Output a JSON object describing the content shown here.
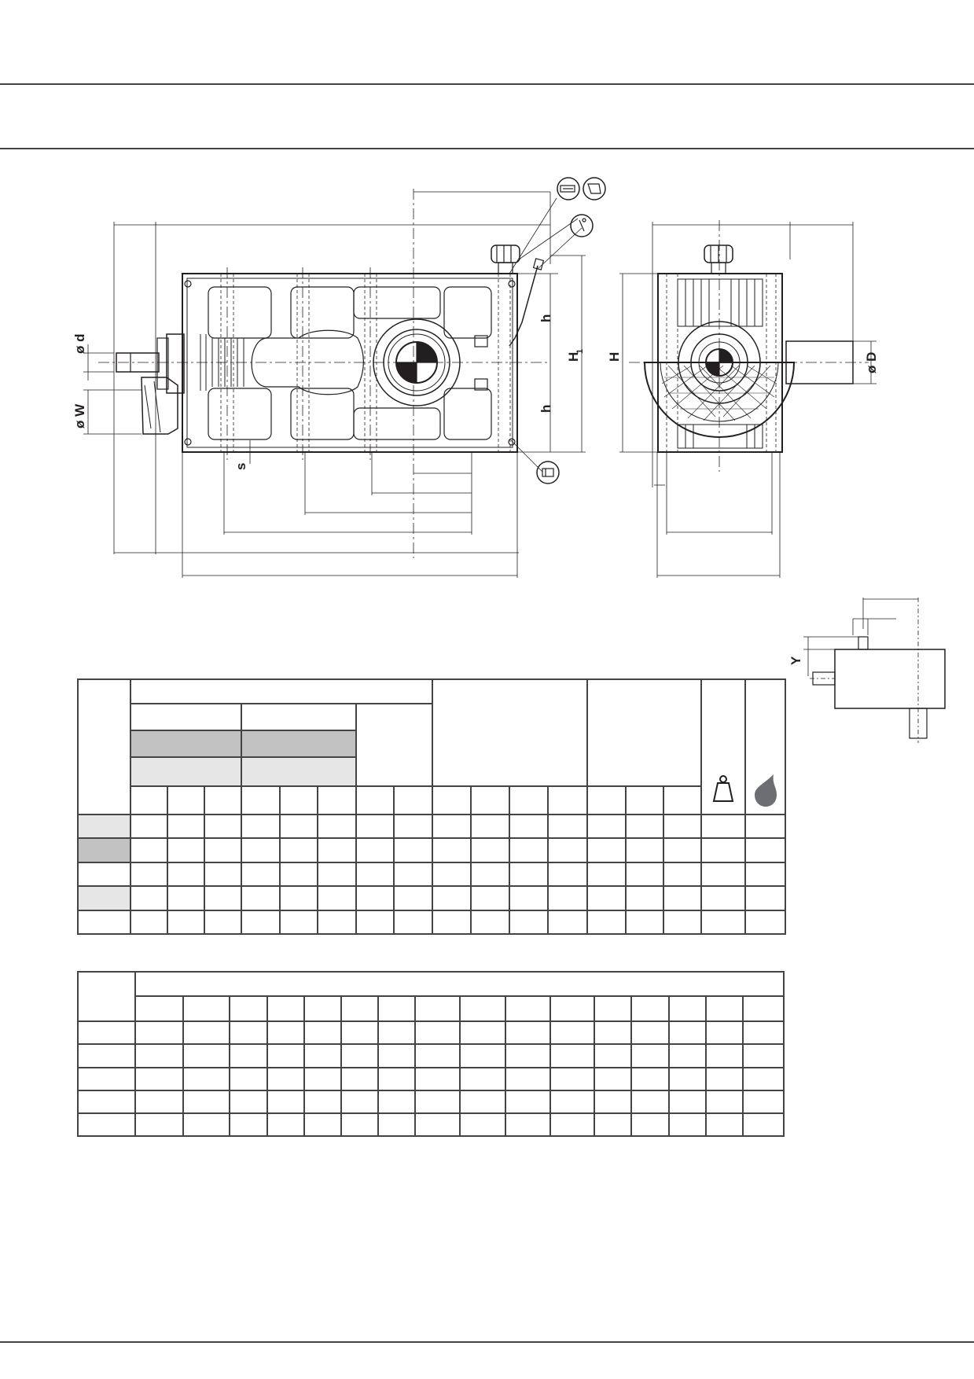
{
  "header": {
    "title": "",
    "subtitle": ""
  },
  "dimension_labels": {
    "shaft_d": "ø d",
    "shaft_w": "ø W",
    "shaft_D": "ø D",
    "height_h_upper": "h",
    "height_h_lower": "h",
    "height_H1": "H",
    "height_H1_sub": "1",
    "height_H": "H",
    "offset_s": "s",
    "offset_y": "Y"
  },
  "icons": [
    "oil-level-icon",
    "oil-fill-icon",
    "dipstick-icon",
    "drain-plug-icon",
    "weight-icon",
    "oil-drop-icon"
  ],
  "table1": {
    "rows": 5,
    "row_shades": [
      "light",
      "dark",
      "none",
      "light",
      "none"
    ],
    "sub_columns": 15,
    "group_shades": [
      "dark",
      "light"
    ]
  },
  "table2": {
    "rows": 5,
    "sub_columns": 16
  },
  "colors": {
    "line": "#231f20",
    "shade_dark": "#c2c2c2",
    "shade_light": "#e6e6e6",
    "drop": "#6d6e71"
  }
}
